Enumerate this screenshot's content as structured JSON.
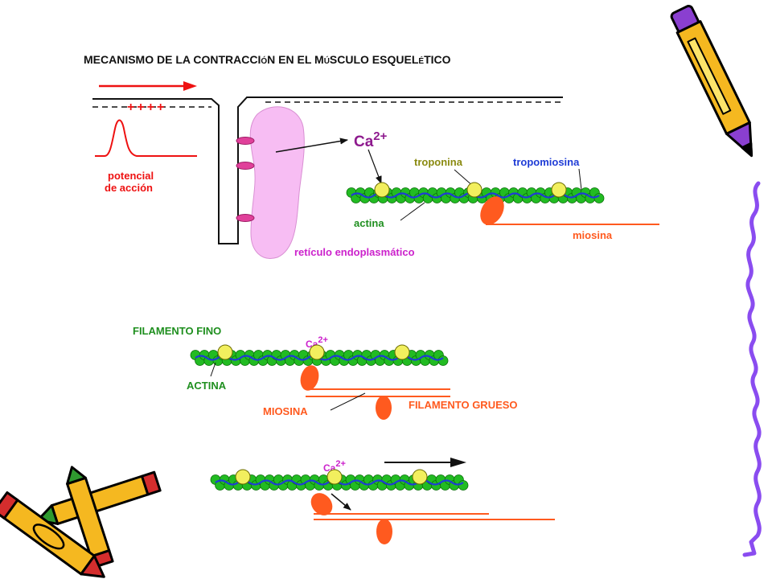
{
  "title": {
    "p1": "MECANISMO DE LA CONTRACCI",
    "p2": "Ó",
    "p3": "N EN EL M",
    "p4": "Ú",
    "p5": "SCULO ESQUEL",
    "p6": "É",
    "p7": "TICO"
  },
  "panel1": {
    "charges": "++++",
    "potential_line1": "potencial",
    "potential_line2": "de acción",
    "ion": "Ca",
    "ion_charge": "2+",
    "troponin": "troponina",
    "tropomyosin": "tropomiosina",
    "actin": "actina",
    "myosin": "miosina",
    "reticulum": "retículo endoplasmático"
  },
  "panel2": {
    "thin_filament": "FILAMENTO FINO",
    "ion": "Ca",
    "ion_charge": "2+",
    "actin": "ACTINA",
    "myosin": "MIOSINA",
    "thick_filament": "FILAMENTO GRUESO"
  },
  "panel3": {
    "ion": "Ca",
    "ion_charge": "2+"
  },
  "colors": {
    "actin_bead": "#22bb22",
    "tropomyosin": "#1f3cd6",
    "troponin": "#f2ef5e",
    "myosin": "#ff5a1f",
    "potential": "#ee1111",
    "reticulum": "#f7bdf3",
    "reticulum_label": "#cc22cc",
    "actin_label": "#1f8f1f",
    "troponin_label": "#8a8a10",
    "ribbon": "#8a4cf0"
  },
  "icons": [
    "pencil-icon",
    "crayons-icon",
    "purple-ribbon-icon"
  ]
}
